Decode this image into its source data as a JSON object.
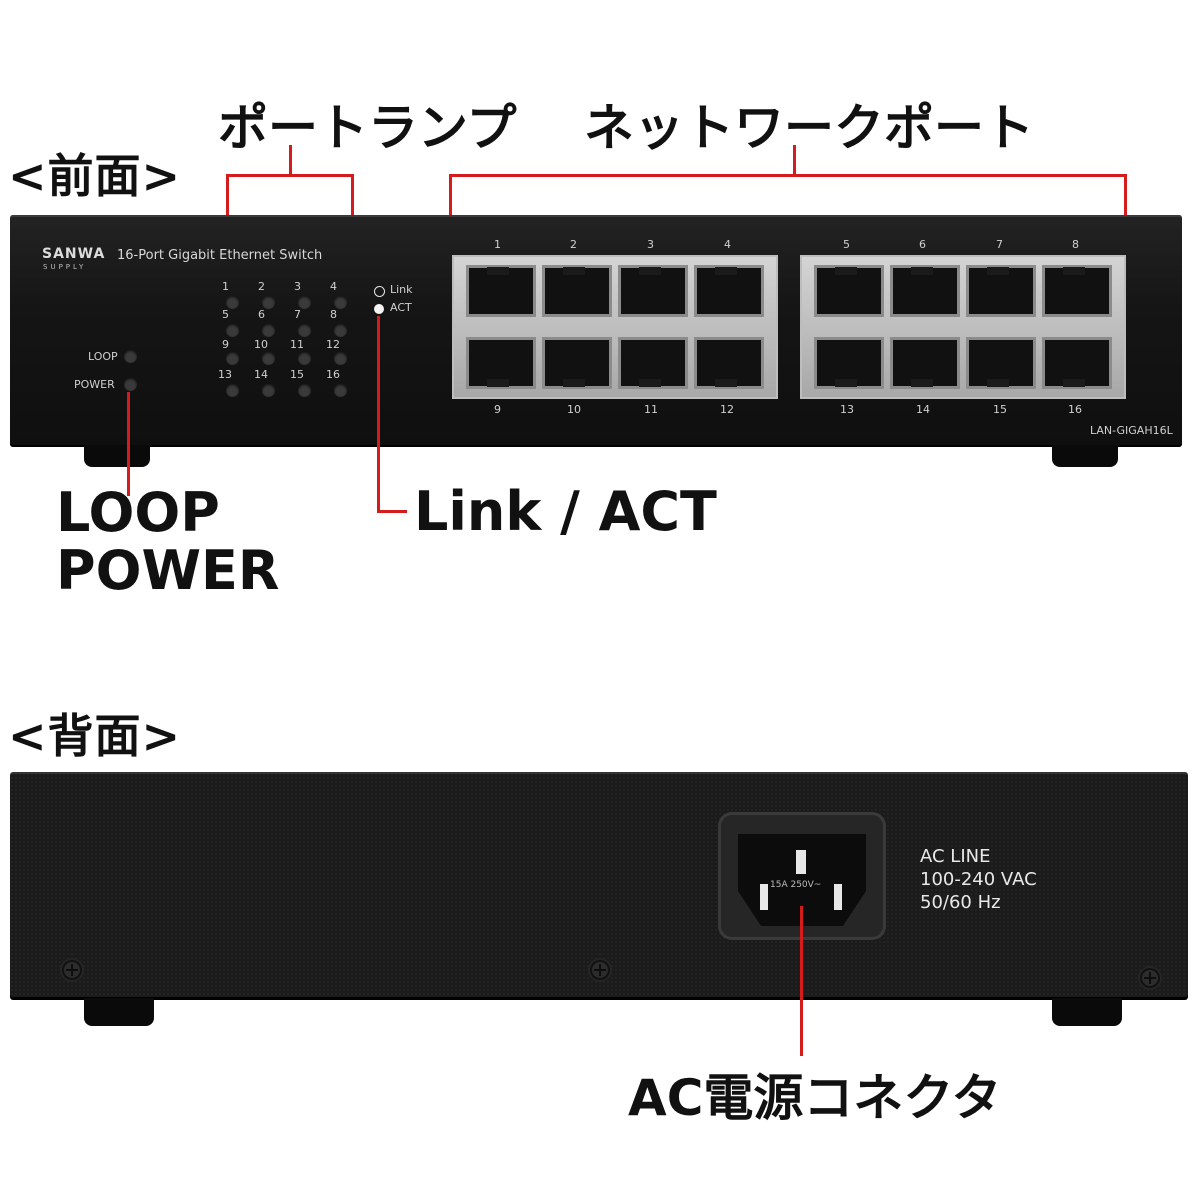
{
  "front": {
    "heading": "<前面>",
    "labels": {
      "port_lamp": "ポートランプ",
      "network_port": "ネットワークポート",
      "link_act": "Link / ACT",
      "loop": "LOOP",
      "power": "POWER"
    },
    "device": {
      "brand": "SANWA",
      "brand_sub": "SUPPLY",
      "title": "16-Port Gigabit Ethernet Switch",
      "model": "LAN-GIGAH16L",
      "led_loop": "LOOP",
      "led_power": "POWER",
      "led_link": "Link",
      "led_act": "ACT",
      "lamp_numbers": [
        "1",
        "2",
        "3",
        "4",
        "5",
        "6",
        "7",
        "8",
        "9",
        "10",
        "11",
        "12",
        "13",
        "14",
        "15",
        "16"
      ],
      "port_top_numbers": [
        "1",
        "2",
        "3",
        "4",
        "5",
        "6",
        "7",
        "8"
      ],
      "port_bottom_numbers": [
        "9",
        "10",
        "11",
        "12",
        "13",
        "14",
        "15",
        "16"
      ]
    }
  },
  "back": {
    "heading": "<背面>",
    "labels": {
      "ac_connector": "AC電源コネクタ"
    },
    "device": {
      "ac_line": "AC LINE",
      "voltage": "100-240 VAC",
      "frequency": "50/60 Hz",
      "inlet_rating": "15A 250V~"
    }
  },
  "colors": {
    "leader_line": "#d41c1c",
    "device_body": "#161616"
  }
}
